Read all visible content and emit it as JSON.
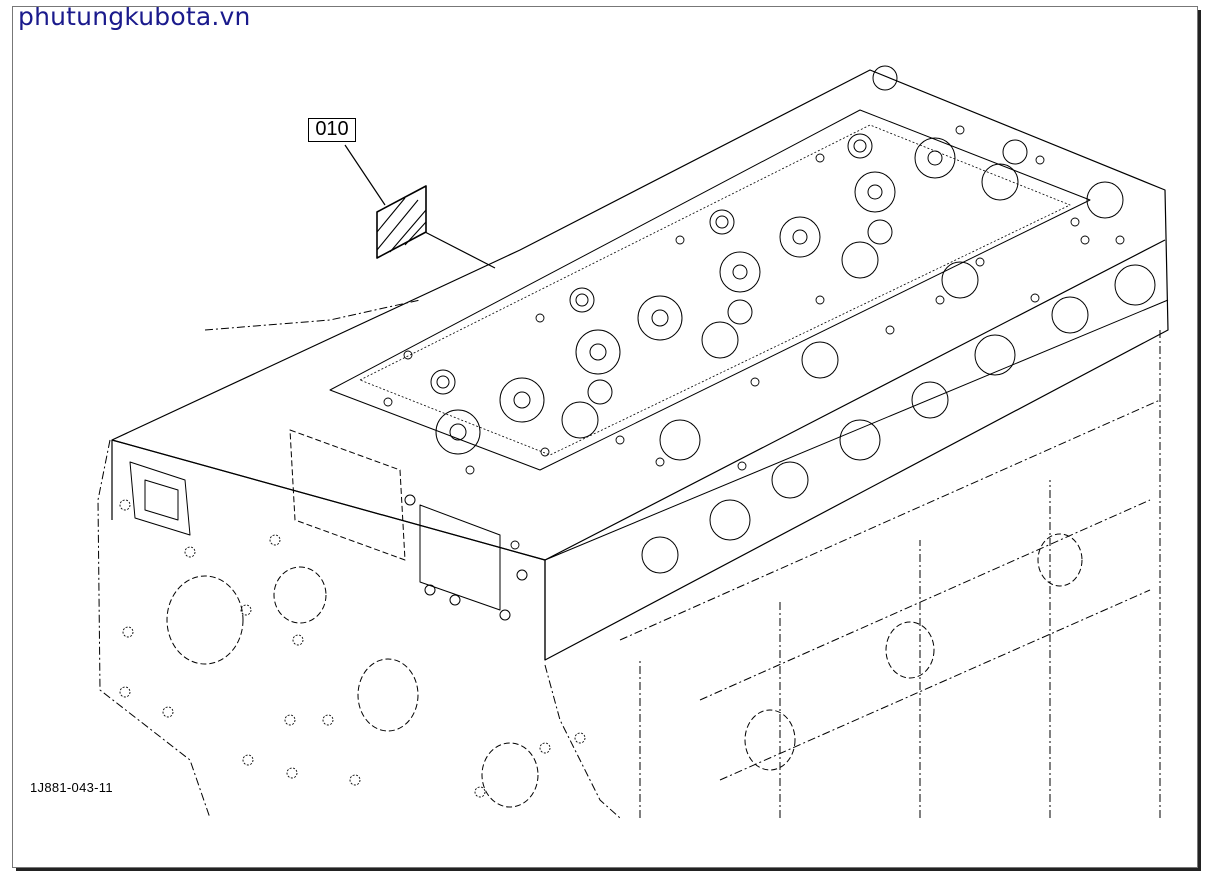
{
  "site": {
    "title": "phutungkubota.vn"
  },
  "diagram": {
    "part_callout": "010",
    "figure_code": "1J881-043-11"
  },
  "colors": {
    "title": "#1a1a8c",
    "line": "#000000",
    "background": "#ffffff"
  }
}
